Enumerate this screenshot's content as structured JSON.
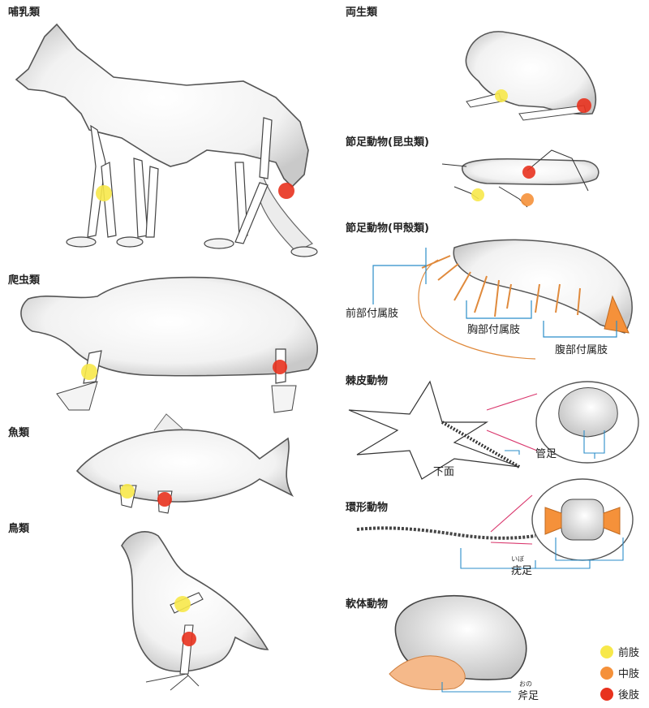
{
  "sections": {
    "mammals": "哺乳類",
    "reptiles": "爬虫類",
    "fish": "魚類",
    "birds": "鳥類",
    "amphibians": "両生類",
    "insects": "節足動物(昆虫類)",
    "crustaceans": "節足動物(甲殻類)",
    "echinoderms": "棘皮動物",
    "annelids": "環形動物",
    "mollusks": "軟体動物"
  },
  "labels": {
    "anterior_appendage": "前部付属肢",
    "thoracic_appendage": "胸部付属肢",
    "abdominal_appendage": "腹部付属肢",
    "tube_feet": "管足",
    "underside": "下面",
    "parapodia": "疣足",
    "parapodia_ruby": "いぼ",
    "foot": "斧足",
    "foot_ruby": "おの"
  },
  "legend": [
    {
      "label": "前肢",
      "color": "#f7e84a"
    },
    {
      "label": "中肢",
      "color": "#f5913a"
    },
    {
      "label": "後肢",
      "color": "#e8321e"
    }
  ]
}
